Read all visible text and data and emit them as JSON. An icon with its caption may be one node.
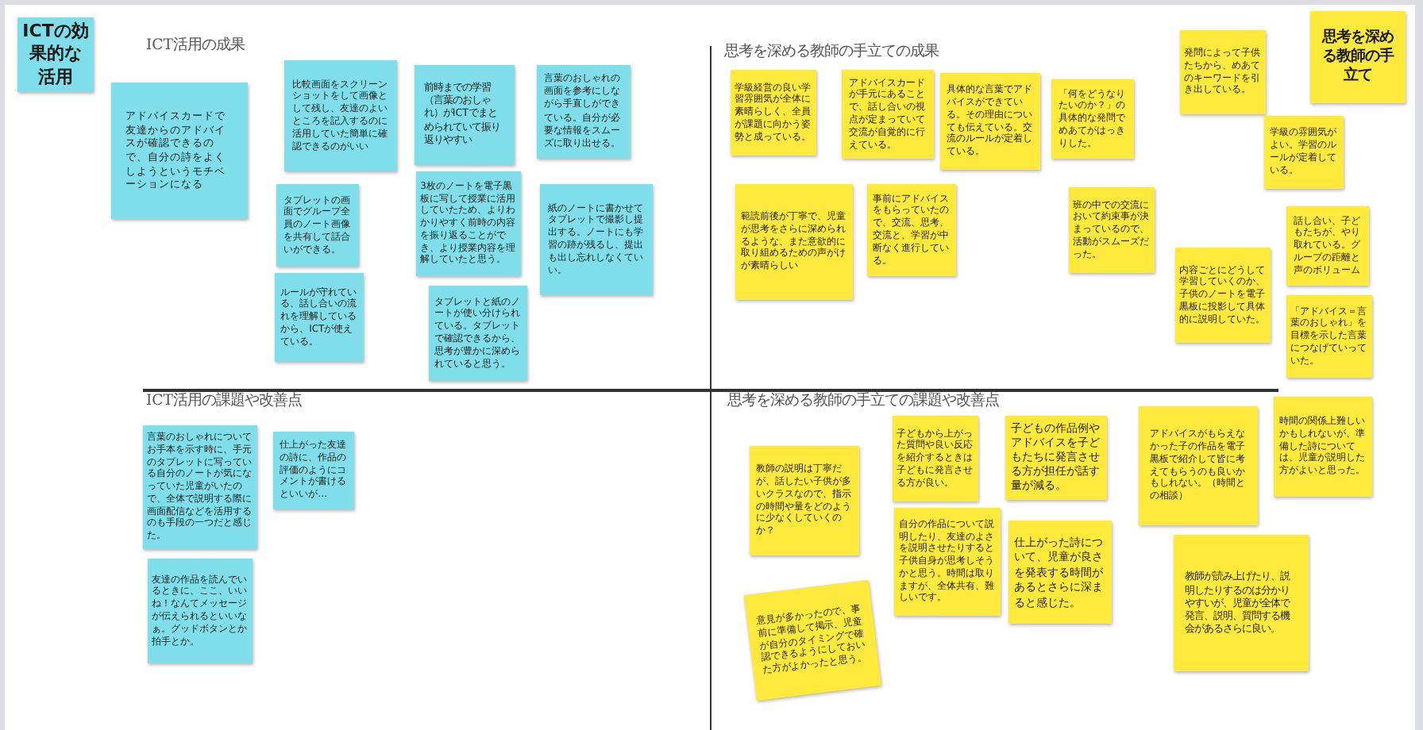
{
  "diagram": {
    "nodes": [
      {
        "text": [
          "ICTの効果的な活用"
        ]
      },
      {
        "text": [
          "アドバイスカードで友達からのアドバイスが確認できるので、自分の詩をよくしようというモチベーションになる"
        ]
      },
      {
        "text": [
          "比較画面をスクリーンショットをして画像として残し、友達のよいところを記入するのに活用していた簡単に確認できるのがいい"
        ]
      },
      {
        "text": [
          "前時までの学習（言葉のおしゃれ）がICTでまとめられていて振り返りやすい"
        ]
      },
      {
        "text": [
          "言葉のおしゃれの画面を参考にしながら手直しができている。自分が必要な情報をスムーズに取り出せる。"
        ]
      },
      {
        "text": [
          "タブレットの画面でグループ全員のノート画像を共有して話合いができる。"
        ]
      },
      {
        "text": [
          "3枚のノートを電子黒板に写して授業に活用していたため、よりわかりやすく前時の内容を振り返ることができ、より授業内容を理解していたと思う。"
        ]
      },
      {
        "text": [
          "紙のノートに書かせてタブレットで撮影し提出する。ノートにも学習の跡が残るし、提出も出し忘れしなくていい。"
        ]
      },
      {
        "text": [
          "ルールが守れている、話し合いの流れを理解しているから、ICTが使えている。"
        ]
      },
      {
        "text": [
          "タブレットと紙のノートが使い分けられている。タブレットで確認できるから、思考が豊かに深められていると思う。"
        ]
      },
      {
        "text": [
          "学級経営の良い学習雰囲気が全体に素晴らしく、全員が課題に向かう姿勢と成っている。"
        ]
      },
      {
        "text": [
          "アドバイスカードが手元にあることで、話し合いの視点が定まっていて交流が自覚的に行えている。"
        ]
      },
      {
        "text": [
          "具体的な言葉でアドバイスができている。その理由についても伝えている。交流のルールが定着している。"
        ]
      },
      {
        "text": [
          "「何をどうなりたいのか？」の具体的な発問でめあてがはっきりした。"
        ]
      },
      {
        "text": [
          "範読前後が丁寧で、児童が思考をさらに深められるような、また意欲的に取り組めるための声がけが素晴らしい"
        ]
      },
      {
        "text": [
          "事前にアドバイスをもらっていたので、交流、思考、交流と、学習が中断なく進行している。"
        ]
      },
      {
        "text": [
          "班の中での交流において約束事が決まっているので、活動がスムーズだった。"
        ]
      },
      {
        "text": [
          "思考を深める教師の手立て"
        ]
      },
      {
        "text": [
          "発問によって子供たちから、めあてのキーワードを引き出している。"
        ]
      },
      {
        "text": [
          "学級の雰囲気がよい。学習のルールが定着している。"
        ]
      },
      {
        "text": [
          "内容ごとにどうして学習していくのか、子供のノートを電子黒板に投影して具体的に説明していた。"
        ]
      },
      {
        "text": [
          "話し合い、子どもたちが、やり取れている。グループの距離と声のボリューム"
        ]
      },
      {
        "text": [
          "「アドバイス＝言葉のおしゃれ」を目標を示した言葉につなげていっていた。"
        ]
      },
      {
        "text": [
          "言葉のおしゃれについてお手本を示す時に、手元のタブレットに写っている自分のノートが気になっていた児童がいたので、全体で説明する際に画面配信などを活用するのも手段の一つだと感じた。"
        ]
      },
      {
        "text": [
          "仕上がった友達の詩に、作品の評価のようにコメントが書けるといいが…"
        ]
      },
      {
        "text": [
          "友達の作品を読んでいるときに、ここ、いいね！なんてメッセージが伝えられるといいなぁ。グッドボタンとか拍手とか。"
        ]
      },
      {
        "text": [
          "教師の説明は丁寧だが、話したい子供が多いクラスなので、指示の時間や量をどのように少なくしていくのか？"
        ]
      },
      {
        "text": [
          "子どもから上がった質問や良い反応を紹介するときは子どもに発言させる方が良い。"
        ]
      },
      {
        "text": [
          "子どもの作品例やアドバイスを子どもたちに発言させる方が担任が話す量が減る。"
        ]
      },
      {
        "text": [
          "自分の作品について説明したり、友達のよさを説明させたりすると子供自身が思考しそうかと思う。時間は取りますが、全体共有、難しいです。"
        ]
      },
      {
        "text": [
          "仕上がった詩について、児童が良さを発表する時間があるとさらに深まると感じた。"
        ]
      },
      {
        "text": [
          "意見が多かったので、事前に準備して掲示、児童が自分のタイミングで確認できるようにしておいた方がよかったと思う。"
        ]
      },
      {
        "text": [
          "アドバイスがもらえなかった子の作品を電子黒板で紹介して皆に考えてもらうのも良いかもしれない。（時間との相談）"
        ]
      },
      {
        "text": [
          "時間の関係上難しいかもしれないが、準備した詩については、児童が説明した方がよいと思った。"
        ]
      },
      {
        "text": [
          "教師が読み上げたり、説明したりするのは分かりやすいが、児童が全体で発言、説明、質問する機会があるさらに良い。"
        ]
      }
    ],
    "labels": [
      "ICT活用の成果",
      "思考を深める教師の手立ての成果",
      "ICT活用の課題や改善点",
      "思考を深める教師の手立ての課題や改善点"
    ]
  }
}
